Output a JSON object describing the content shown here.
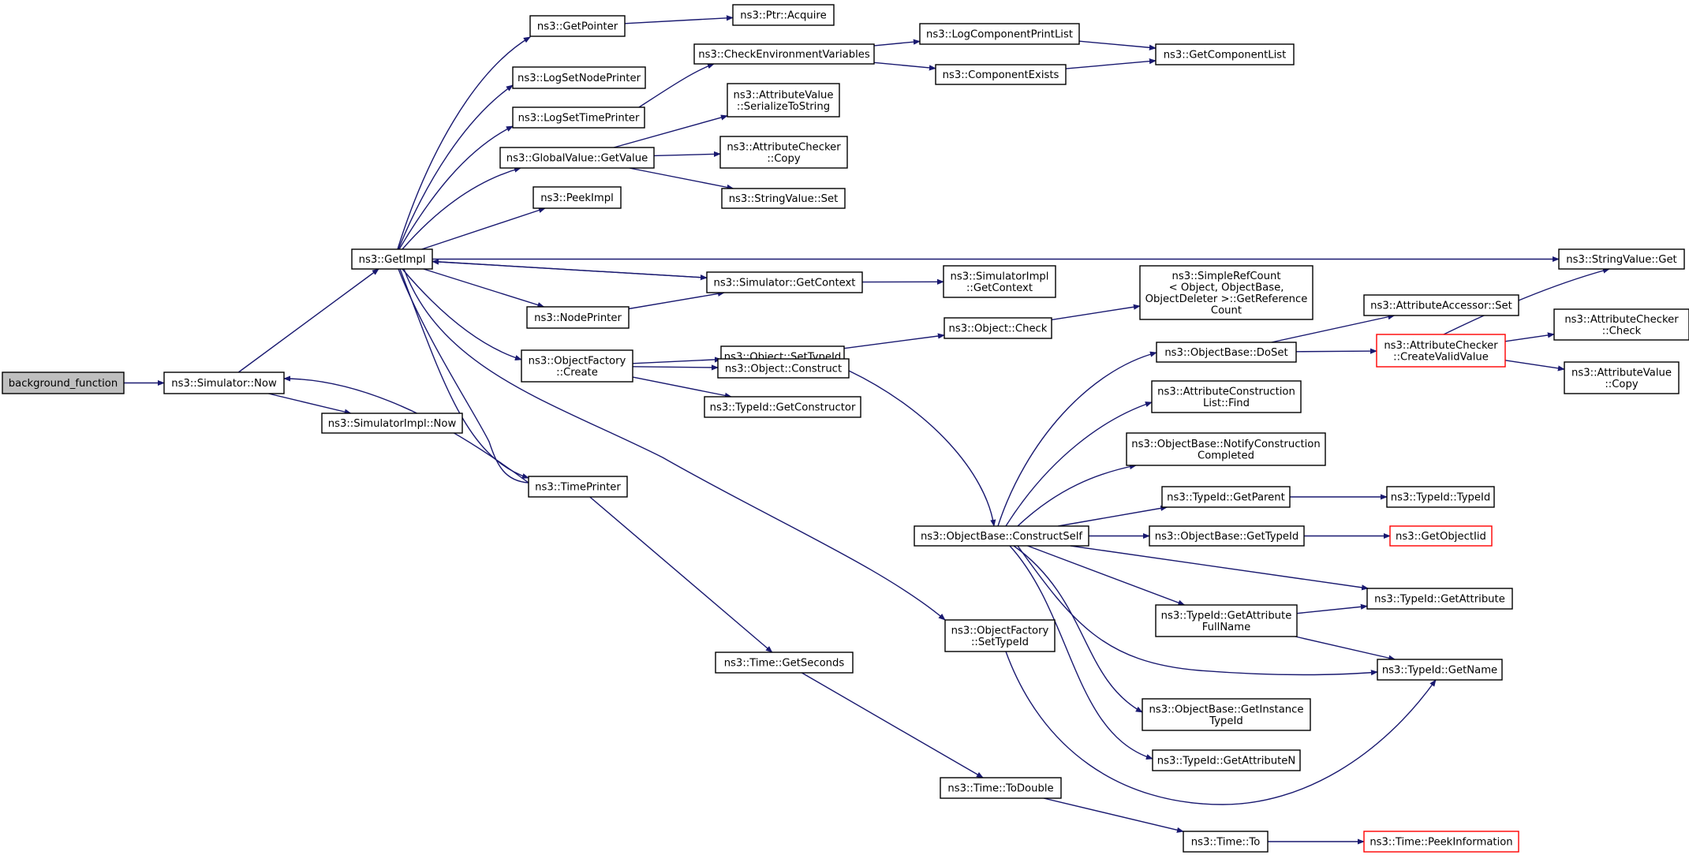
{
  "nodes": {
    "n0": {
      "lines": [
        "background_function"
      ]
    },
    "n1": {
      "lines": [
        "ns3::Simulator::Now"
      ]
    },
    "n2": {
      "lines": [
        "ns3::GetImpl"
      ]
    },
    "n3": {
      "lines": [
        "ns3::SimulatorImpl::Now"
      ]
    },
    "n4": {
      "lines": [
        "ns3::GetPointer"
      ]
    },
    "n5": {
      "lines": [
        "ns3::LogSetNodePrinter"
      ]
    },
    "n6": {
      "lines": [
        "ns3::LogSetTimePrinter"
      ]
    },
    "n7": {
      "lines": [
        "ns3::GlobalValue::GetValue"
      ]
    },
    "n8": {
      "lines": [
        "ns3::PeekImpl"
      ]
    },
    "n9": {
      "lines": [
        "ns3::NodePrinter"
      ]
    },
    "n10": {
      "lines": [
        "ns3::ObjectFactory",
        "::Create"
      ]
    },
    "n11": {
      "lines": [
        "ns3::TimePrinter"
      ]
    },
    "n12": {
      "lines": [
        "ns3::Ptr::Acquire"
      ]
    },
    "n13": {
      "lines": [
        "ns3::CheckEnvironmentVariables"
      ]
    },
    "n14": {
      "lines": [
        "ns3::AttributeValue",
        "::SerializeToString"
      ]
    },
    "n15": {
      "lines": [
        "ns3::AttributeChecker",
        "::Copy"
      ]
    },
    "n16": {
      "lines": [
        "ns3::StringValue::Set"
      ]
    },
    "n17": {
      "lines": [
        "ns3::Simulator::GetContext"
      ]
    },
    "n18": {
      "lines": [
        "ns3::Object::SetTypeId"
      ]
    },
    "n19": {
      "lines": [
        "ns3::Object::Construct"
      ]
    },
    "n20": {
      "lines": [
        "ns3::TypeId::GetConstructor"
      ]
    },
    "n21": {
      "lines": [
        "ns3::Time::GetSeconds"
      ]
    },
    "n22": {
      "lines": [
        "ns3::LogComponentPrintList"
      ]
    },
    "n23": {
      "lines": [
        "ns3::ComponentExists"
      ]
    },
    "n24": {
      "lines": [
        "ns3::GetComponentList"
      ]
    },
    "n25": {
      "lines": [
        "ns3::SimulatorImpl",
        "::GetContext"
      ]
    },
    "n26": {
      "lines": [
        "ns3::Object::Check"
      ]
    },
    "n27": {
      "lines": [
        "ns3::SimpleRefCount",
        "< Object, ObjectBase,",
        "ObjectDeleter >::GetReference",
        "Count"
      ]
    },
    "n28": {
      "lines": [
        "ns3::ObjectBase::ConstructSelf"
      ]
    },
    "n29": {
      "lines": [
        "ns3::ObjectFactory",
        "::SetTypeId"
      ]
    },
    "n30": {
      "lines": [
        "ns3::Time::ToDouble"
      ]
    },
    "n31": {
      "lines": [
        "ns3::Time::To"
      ]
    },
    "n32": {
      "lines": [
        "ns3::Time::PeekInformation"
      ]
    },
    "n33": {
      "lines": [
        "ns3::ObjectBase::DoSet"
      ]
    },
    "n34": {
      "lines": [
        "ns3::AttributeConstruction",
        "List::Find"
      ]
    },
    "n35": {
      "lines": [
        "ns3::ObjectBase::NotifyConstruction",
        "Completed"
      ]
    },
    "n36": {
      "lines": [
        "ns3::TypeId::GetParent"
      ]
    },
    "n37": {
      "lines": [
        "ns3::ObjectBase::GetTypeId"
      ]
    },
    "n38": {
      "lines": [
        "ns3::TypeId::GetAttribute",
        "FullName"
      ]
    },
    "n39": {
      "lines": [
        "ns3::ObjectBase::GetInstance",
        "TypeId"
      ]
    },
    "n40": {
      "lines": [
        "ns3::TypeId::GetAttributeN"
      ]
    },
    "n41": {
      "lines": [
        "ns3::AttributeAccessor::Set"
      ]
    },
    "n42": {
      "lines": [
        "ns3::AttributeChecker",
        "::CreateValidValue"
      ]
    },
    "n43": {
      "lines": [
        "ns3::TypeId::TypeId"
      ]
    },
    "n44": {
      "lines": [
        "ns3::GetObjectIid"
      ]
    },
    "n45": {
      "lines": [
        "ns3::TypeId::GetAttribute"
      ]
    },
    "n46": {
      "lines": [
        "ns3::TypeId::GetName"
      ]
    },
    "n47": {
      "lines": [
        "ns3::StringValue::Get"
      ]
    },
    "n48": {
      "lines": [
        "ns3::AttributeChecker",
        "::Check"
      ]
    },
    "n49": {
      "lines": [
        "ns3::AttributeValue",
        "::Copy"
      ]
    }
  },
  "edges": [
    [
      "n0",
      "n1"
    ],
    [
      "n1",
      "n2"
    ],
    [
      "n1",
      "n3"
    ],
    [
      "n2",
      "n4"
    ],
    [
      "n2",
      "n5"
    ],
    [
      "n2",
      "n6"
    ],
    [
      "n2",
      "n7"
    ],
    [
      "n2",
      "n8"
    ],
    [
      "n2",
      "n47"
    ],
    [
      "n2",
      "n17"
    ],
    [
      "n2",
      "n9"
    ],
    [
      "n2",
      "n10"
    ],
    [
      "n2",
      "n1"
    ],
    [
      "n2",
      "n11"
    ],
    [
      "n2",
      "n29"
    ],
    [
      "n4",
      "n12"
    ],
    [
      "n6",
      "n13"
    ],
    [
      "n13",
      "n22"
    ],
    [
      "n13",
      "n23"
    ],
    [
      "n22",
      "n24"
    ],
    [
      "n23",
      "n24"
    ],
    [
      "n7",
      "n14"
    ],
    [
      "n7",
      "n15"
    ],
    [
      "n7",
      "n16"
    ],
    [
      "n17",
      "n2"
    ],
    [
      "n17",
      "n25"
    ],
    [
      "n9",
      "n17"
    ],
    [
      "n10",
      "n18"
    ],
    [
      "n10",
      "n19"
    ],
    [
      "n10",
      "n20"
    ],
    [
      "n18",
      "n26"
    ],
    [
      "n26",
      "n27"
    ],
    [
      "n19",
      "n28"
    ],
    [
      "n11",
      "n21"
    ],
    [
      "n21",
      "n30"
    ],
    [
      "n30",
      "n31"
    ],
    [
      "n31",
      "n32"
    ],
    [
      "n29",
      "n46"
    ],
    [
      "n28",
      "n33"
    ],
    [
      "n28",
      "n34"
    ],
    [
      "n28",
      "n35"
    ],
    [
      "n28",
      "n36"
    ],
    [
      "n28",
      "n37"
    ],
    [
      "n28",
      "n45"
    ],
    [
      "n28",
      "n38"
    ],
    [
      "n28",
      "n46"
    ],
    [
      "n28",
      "n39"
    ],
    [
      "n28",
      "n40"
    ],
    [
      "n33",
      "n41"
    ],
    [
      "n33",
      "n42"
    ],
    [
      "n42",
      "n47"
    ],
    [
      "n42",
      "n48"
    ],
    [
      "n42",
      "n49"
    ],
    [
      "n36",
      "n43"
    ],
    [
      "n37",
      "n44"
    ],
    [
      "n38",
      "n45"
    ],
    [
      "n38",
      "n46"
    ]
  ],
  "colors": {
    "edge": "#191970",
    "node_border": "#000000",
    "start_fill": "#bfbfbf",
    "incomplete_border": "#ff0000"
  },
  "incomplete_nodes": [
    "n32",
    "n42",
    "n44"
  ],
  "start_node": "n0"
}
